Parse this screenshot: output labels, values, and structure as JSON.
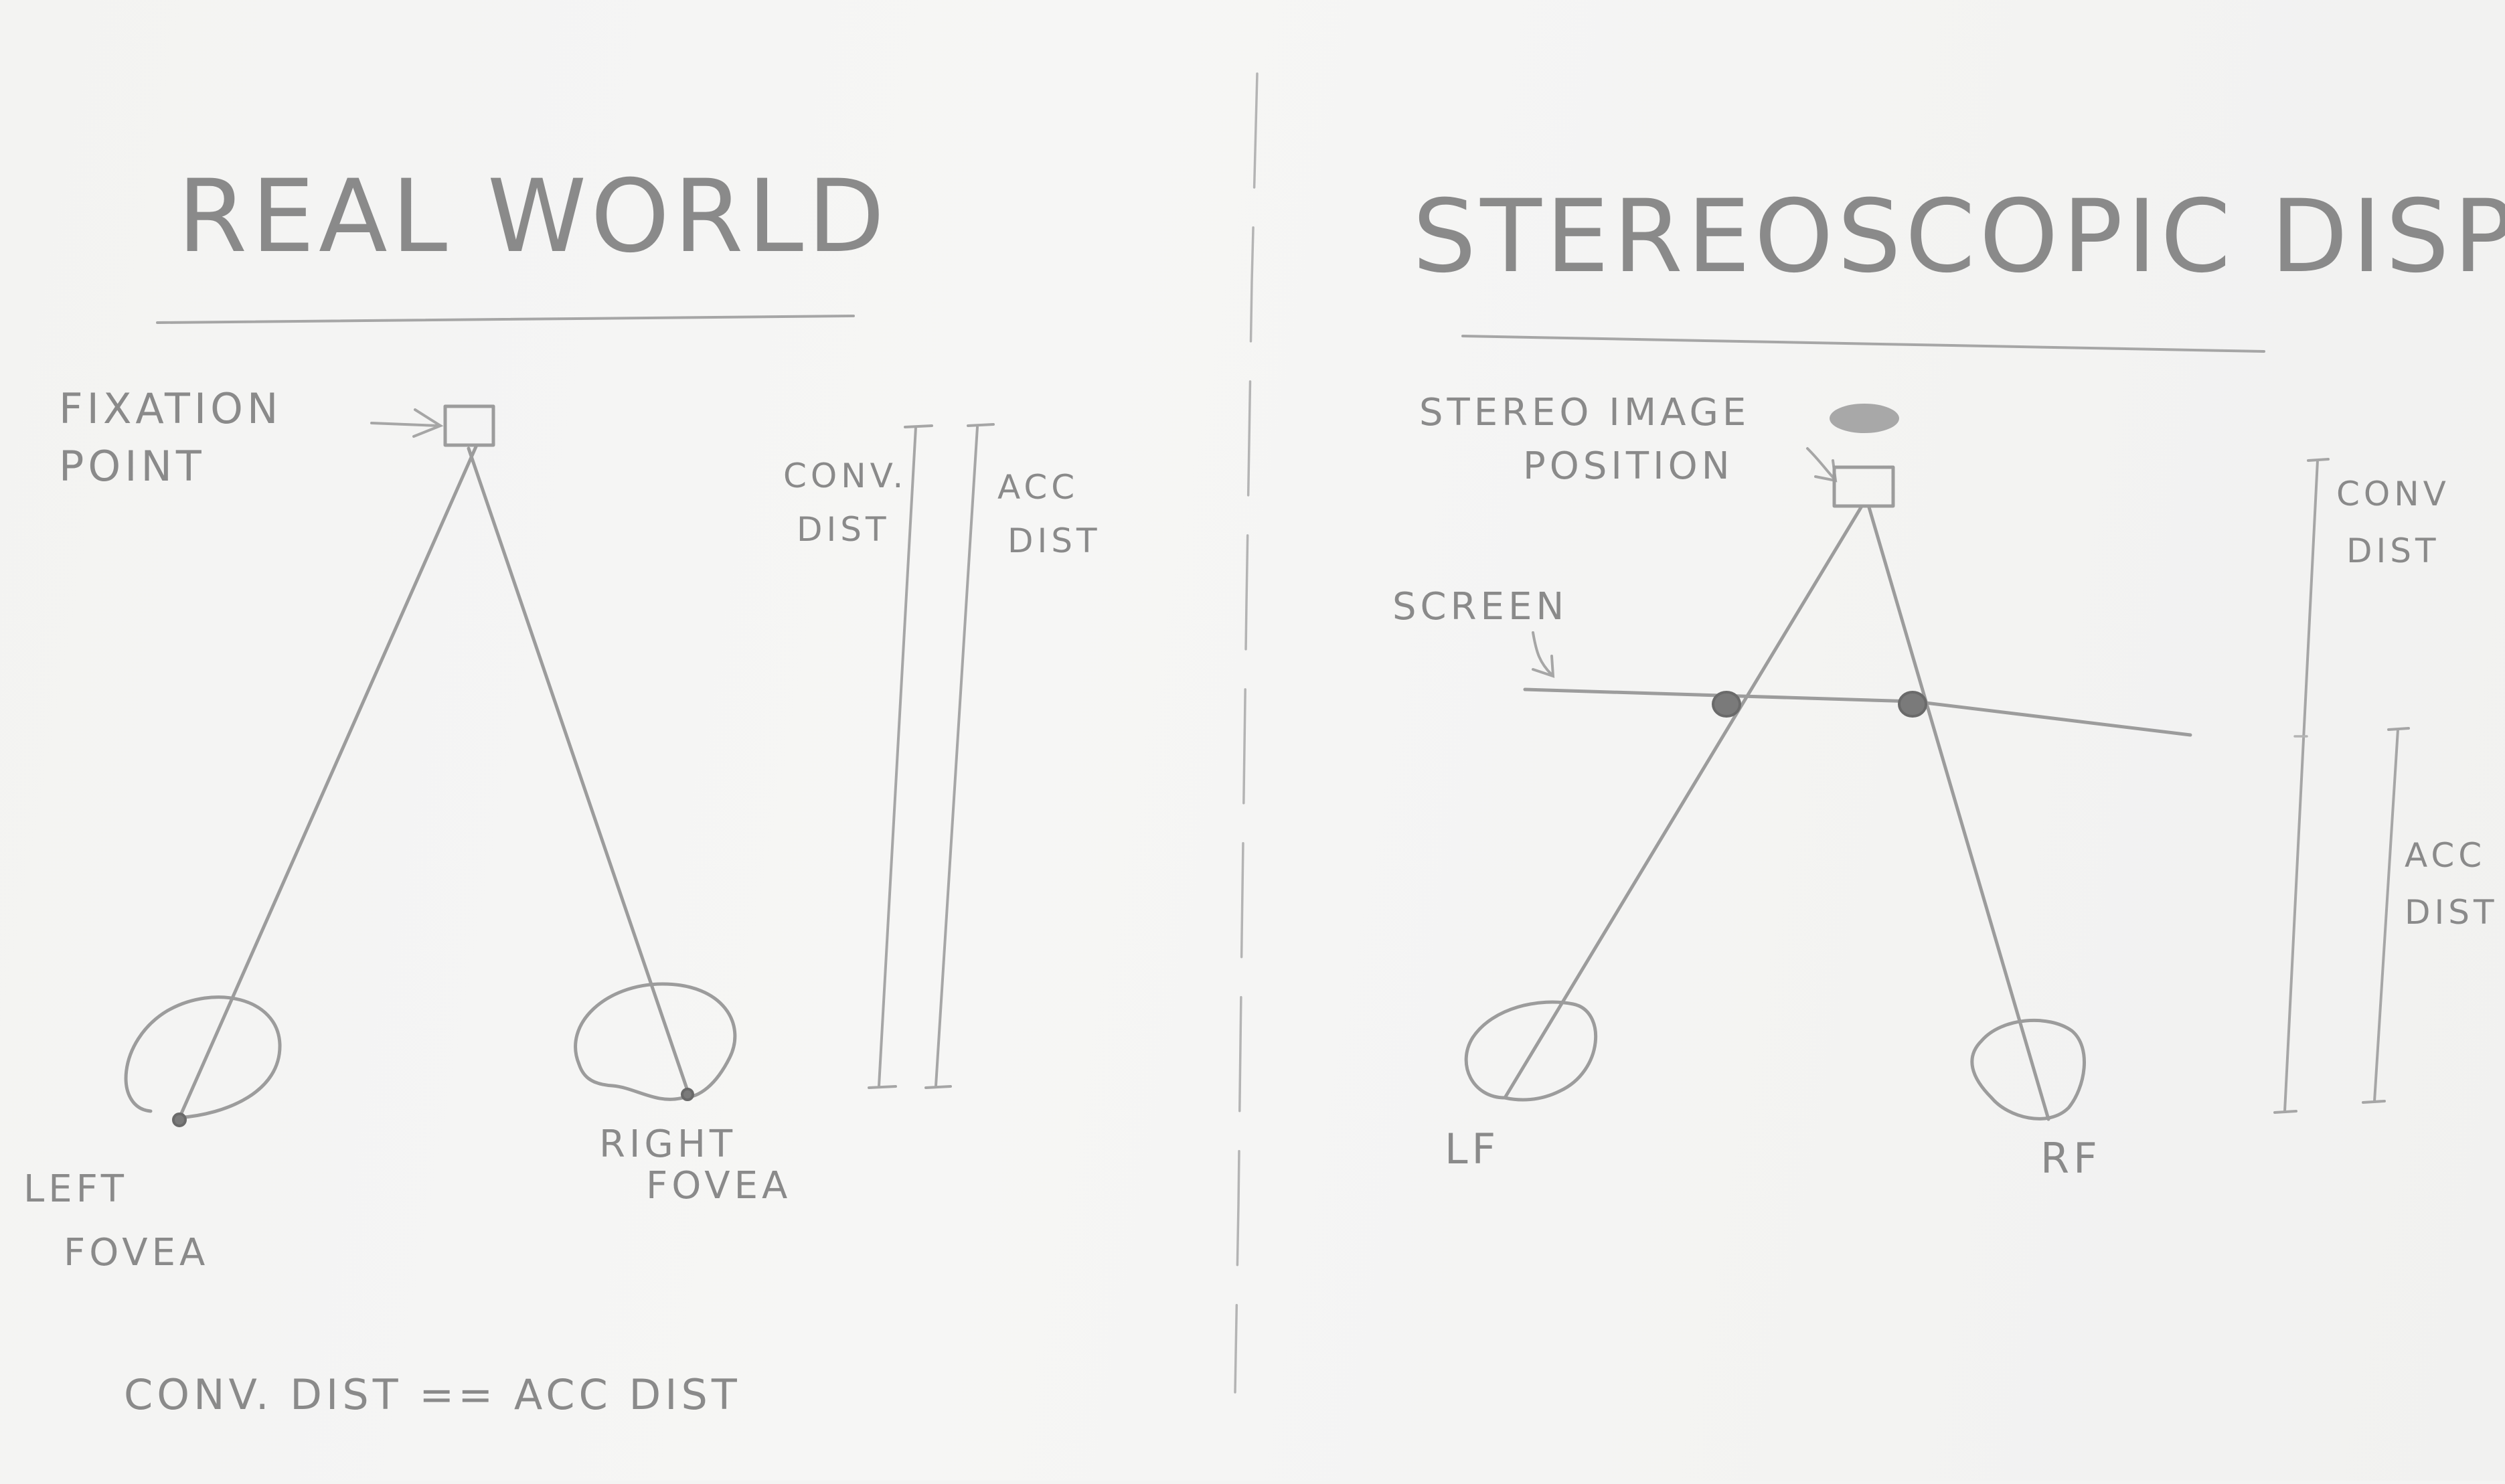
{
  "real_world": {
    "title": "REAL WORLD",
    "fixation_line1": "FIXATION",
    "fixation_line2": "POINT",
    "conv_line1": "CONV.",
    "conv_line2": "DIST",
    "acc_line1": "ACC",
    "acc_line2": "DIST",
    "left_fovea_line1": "LEFT",
    "left_fovea_line2": "FOVEA",
    "right_fovea_line1": "RIGHT",
    "right_fovea_line2": "FOVEA",
    "equation": "CONV. DIST == ACC DIST"
  },
  "stereoscopic": {
    "title": "STEREOSCOPIC DISPLAY",
    "image_pos_line1": "STEREO IMAGE",
    "image_pos_line2": "POSITION",
    "screen_label": "SCREEN",
    "conv_line1": "CONV",
    "conv_line2": "DIST",
    "acc_line1": "ACC",
    "acc_line2": "DIST",
    "left_eye": "LF",
    "right_eye": "RF"
  }
}
